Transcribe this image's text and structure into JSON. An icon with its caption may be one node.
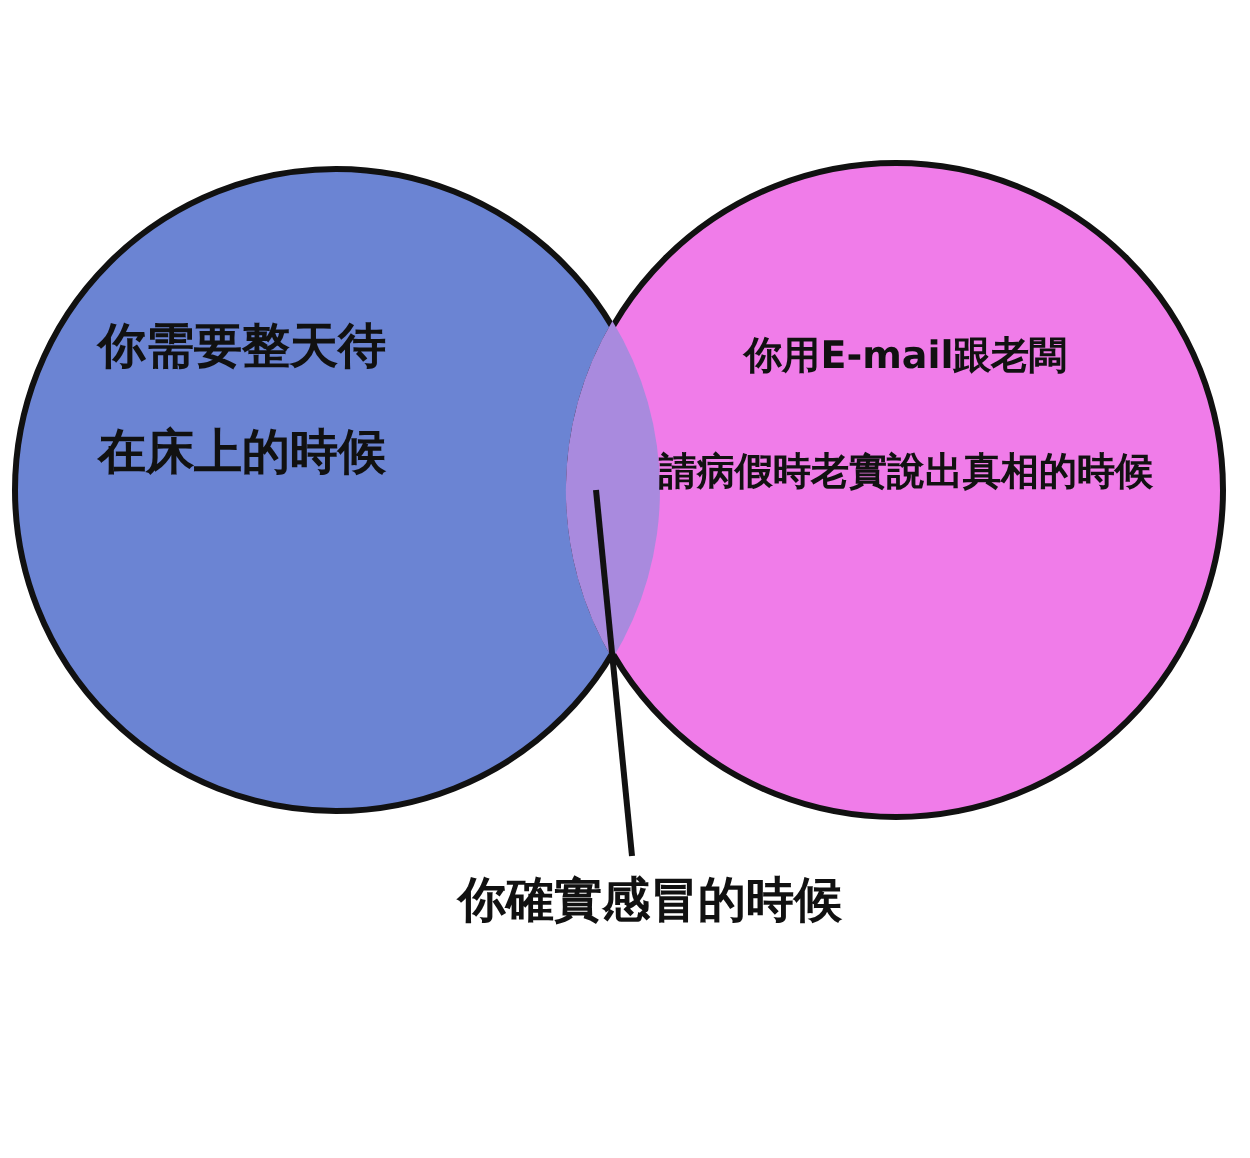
{
  "diagram": {
    "nodes": [
      {
        "text": [
          "你需要整天待在床上的時候"
        ]
      },
      {
        "text": [
          "你用E-mail跟老闆",
          "請病假時老實說出真相的時候"
        ]
      },
      {
        "text": [
          "你確實感冒的時候"
        ]
      },
      {
        "text": [],
        "shape": "lens"
      }
    ],
    "edges": [
      {
        "from": 2,
        "to": 3,
        "arrow": "none"
      }
    ]
  }
}
